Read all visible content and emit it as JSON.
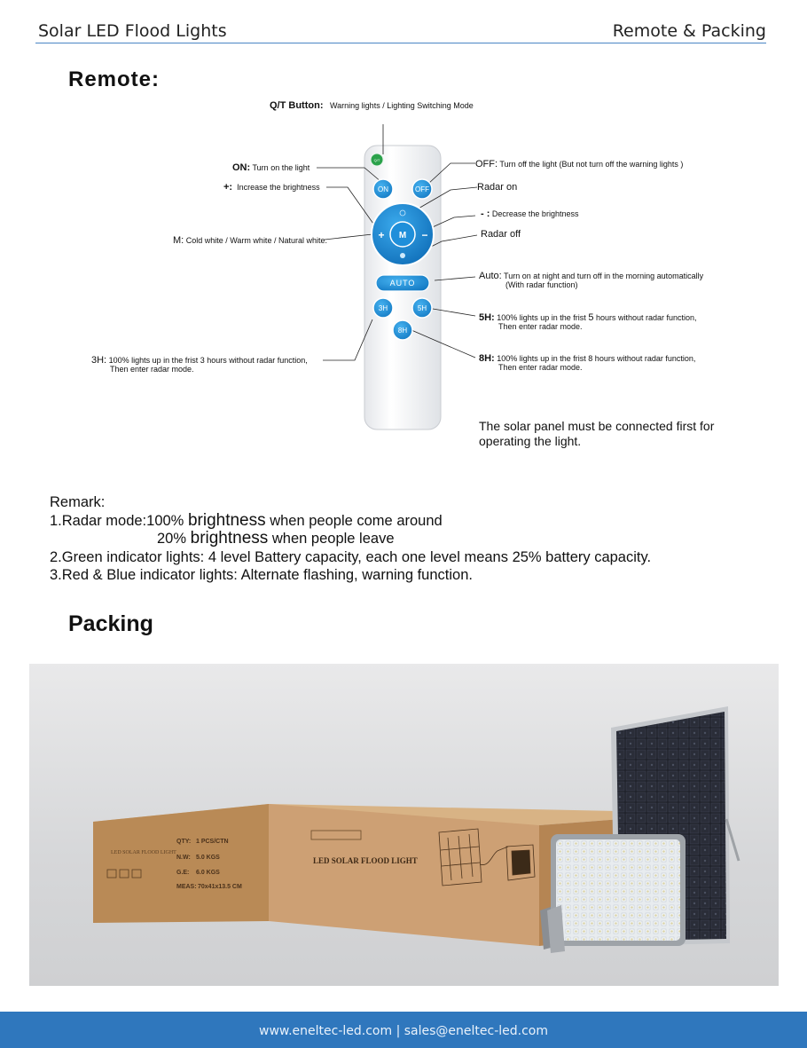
{
  "header": {
    "left_title": "Solar LED Flood Lights",
    "right_title": "Remote & Packing"
  },
  "remote": {
    "title": "Remote:",
    "buttons": {
      "qt": "Q/T",
      "on": "ON",
      "off": "OFF",
      "plus": "+",
      "m": "M",
      "minus": "−",
      "auto": "AUTO",
      "h3": "3H",
      "h5": "5H",
      "h8": "8H"
    },
    "labels": {
      "qt_key": "Q/T Button:",
      "qt_desc": "Warning lights / Lighting Switching Mode",
      "on_key": "ON:",
      "on_desc": "Turn on the light",
      "plus_key": "+:",
      "plus_desc": "Increase the brightness",
      "m_key": "M:",
      "m_desc": "Cold white / Warm white / Natural white.",
      "off_key": "OFF:",
      "off_desc": "Turn off the light (But not turn off the warning lights )",
      "radar_on": "Radar on",
      "minus_key": "- :",
      "minus_desc": "Decrease the brightness",
      "radar_off": "Radar off",
      "auto_key": "Auto:",
      "auto_desc1": "Turn on at night and turn off in the morning automatically",
      "auto_desc2": "(With radar function)",
      "h5_key": "5H:",
      "h5_desc1a": "100% lights up in the frist",
      "h5_num": "5",
      "h5_desc1b": "hours without radar function,",
      "h5_desc2": "Then enter radar mode.",
      "h8_key": "8H:",
      "h8_desc1": "100% lights up in the frist 8 hours without radar function,",
      "h8_desc2": "Then enter radar mode.",
      "h3_key": "3H:",
      "h3_desc1": "100% lights up in the frist 3 hours without radar function,",
      "h3_desc2": "Then enter radar mode."
    },
    "solar_note_line1": "The solar panel must be connected  first for",
    "solar_note_line2": "operating the light."
  },
  "remarks": {
    "heading": "Remark:",
    "r1_key": "1.Radar mode:",
    "r1_a_pct": "100%",
    "r1_a_word": "brightness",
    "r1_a_rest": "when people come around",
    "r1_b_pct": "20%",
    "r1_b_word": "brightness",
    "r1_b_rest": "when people leave",
    "r2_key": "2.Green indicator lights:",
    "r2_text": "4 level Battery capacity,  each one level means 25% battery capacity.",
    "r3_key": "3.Red & Blue indicator lights:",
    "r3_text": "Alternate flashing, warning function."
  },
  "packing": {
    "title": "Packing",
    "box_product": "LED SOLAR FLOOD LIGHT",
    "box_side": "LED SOLAR FLOOD LIGHT",
    "spec_qty_key": "QTY:",
    "spec_qty_val": "1    PCS/CTN",
    "spec_nw_key": "N.W:",
    "spec_nw_val": "5.0    KGS",
    "spec_ge_key": "G.E:",
    "spec_ge_val": "6.0    KGS",
    "spec_meas_key": "MEAS:",
    "spec_meas_val": "70x41x13.5 CM"
  },
  "footer": {
    "text": "www.eneltec-led.com | sales@eneltec-led.com"
  },
  "colors": {
    "accent_blue": "#2f77bd",
    "remote_button_blue": "#1e8fd8",
    "qt_green": "#2aa14a",
    "cardboard": "#c99c6a"
  }
}
